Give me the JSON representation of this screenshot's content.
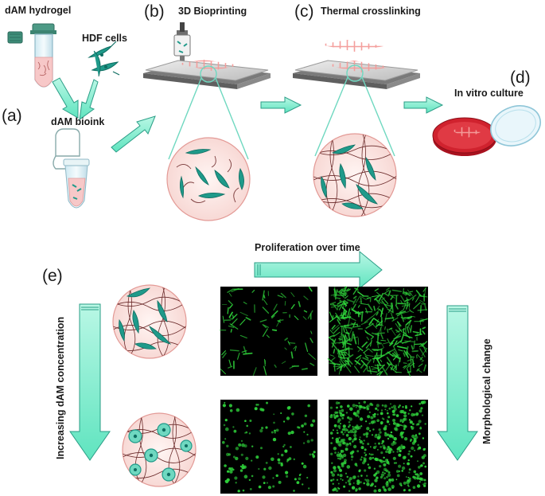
{
  "labels": {
    "panel_a": "(a)",
    "panel_b": "(b)",
    "panel_c": "(c)",
    "panel_d": "(d)",
    "panel_e": "(e)",
    "dam_hydrogel": "dAM hydrogel",
    "hdf_cells": "HDF cells",
    "dam_bioink": "dAM bioink",
    "bioprinting": "3D Bioprinting",
    "crosslinking": "Thermal crosslinking",
    "culture": "In vitro culture",
    "proliferation": "Proliferation over time",
    "concentration": "Increasing dAM concentration",
    "morphology": "Morphological change"
  },
  "colors": {
    "arrow_fill": "#7fefcf",
    "arrow_stroke": "#2a9d86",
    "cell": "#1f9a8a",
    "cell_dark": "#0f6e62",
    "circle_fill": "#fbe7e5",
    "circle_stroke": "#e39a96",
    "fiber": "#6b2a2a",
    "plate_top": "#d9d9d9",
    "plate_side": "#8a8a8a",
    "grid": "#f08a8a",
    "dish_red": "#c81e2a",
    "micro_bg": "#000000",
    "micro_cell": "#2ecf3a"
  },
  "icons": {
    "tube": "test-tube-icon",
    "syringe": "printer-syringe-icon",
    "dish": "petri-dish-icon"
  }
}
